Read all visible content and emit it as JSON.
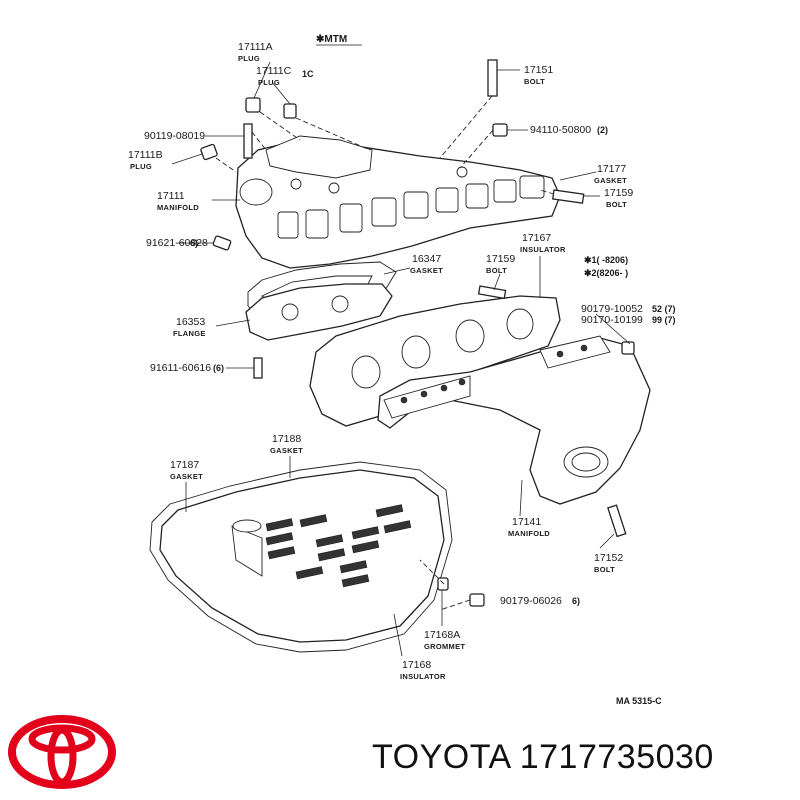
{
  "header": {
    "tag": "✱MTM"
  },
  "legend": {
    "l1": "✱1(       -8206)",
    "l2": "✱2(8206-          )"
  },
  "code": "MA  5315-C",
  "brand": {
    "name": "TOYOTA",
    "part_number": "1717735030"
  },
  "parts": {
    "p17111A": {
      "num": "17111A",
      "name": "PLUG"
    },
    "p17111C": {
      "num": "17111C",
      "name": "PLUG",
      "qty": "1C"
    },
    "p90119": {
      "num": "90119-08019"
    },
    "p17111B": {
      "num": "17111B",
      "name": "PLUG"
    },
    "p17111": {
      "num": "17111",
      "name": "MANIFOLD"
    },
    "p91621": {
      "num": "91621-60828",
      "qty": "6)"
    },
    "p16353": {
      "num": "16353",
      "name": "FLANGE"
    },
    "p91611": {
      "num": "91611-60616",
      "qty": "(6)"
    },
    "p17151": {
      "num": "17151",
      "name": "BOLT"
    },
    "p94110": {
      "num": "94110-50800",
      "qty": "(2)"
    },
    "p17177": {
      "num": "17177",
      "name": "GASKET"
    },
    "p17159a": {
      "num": "17159",
      "name": "BOLT"
    },
    "p16347": {
      "num": "16347",
      "name": "GASKET"
    },
    "p17159b": {
      "num": "17159",
      "name": "BOLT"
    },
    "p17167": {
      "num": "17167",
      "name": "INSULATOR"
    },
    "p90179a": {
      "num": "90179-10052",
      "qty": "52 (7)"
    },
    "p90170": {
      "num": "90170-10199",
      "qty": "99 (7)"
    },
    "p17188": {
      "num": "17188",
      "name": "GASKET"
    },
    "p17187": {
      "num": "17187",
      "name": "GASKET"
    },
    "p17141": {
      "num": "17141",
      "name": "MANIFOLD"
    },
    "p17152": {
      "num": "17152",
      "name": "BOLT"
    },
    "p90179b": {
      "num": "90179-06026",
      "qty": "6)"
    },
    "p17168A": {
      "num": "17168A",
      "name": "GROMMET"
    },
    "p17168": {
      "num": "17168",
      "name": "INSULATOR"
    }
  }
}
